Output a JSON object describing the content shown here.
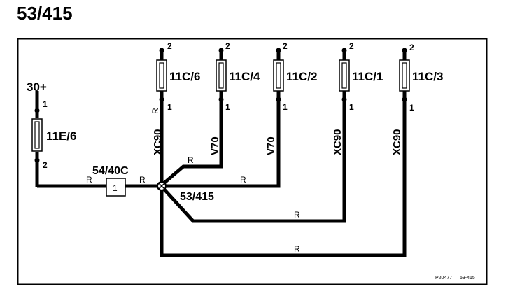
{
  "title": "53/415",
  "supply": {
    "label": "30+"
  },
  "main_fuse": {
    "id": "11E/6",
    "pin_top": "1",
    "pin_bottom": "2"
  },
  "connector": {
    "id": "54/40C",
    "pin": "1"
  },
  "splice": {
    "id": "53/415"
  },
  "fuses": [
    {
      "id": "11C/6",
      "pin_top": "2",
      "pin_bottom": "1",
      "wire_label": "XC90",
      "wire_color": "R"
    },
    {
      "id": "11C/4",
      "pin_top": "2",
      "pin_bottom": "1",
      "wire_label": "V70",
      "wire_color": "R"
    },
    {
      "id": "11C/2",
      "pin_top": "2",
      "pin_bottom": "1",
      "wire_label": "V70",
      "wire_color": "R"
    },
    {
      "id": "11C/1",
      "pin_top": "2",
      "pin_bottom": "1",
      "wire_label": "XC90",
      "wire_color": "R"
    },
    {
      "id": "11C/3",
      "pin_top": "2",
      "pin_bottom": "1",
      "wire_label": "XC90",
      "wire_color": "R"
    }
  ],
  "wire_colors": {
    "left_of_connector": "R",
    "right_of_connector": "R"
  },
  "footer": {
    "ref": "P20477",
    "code": "53-415"
  }
}
